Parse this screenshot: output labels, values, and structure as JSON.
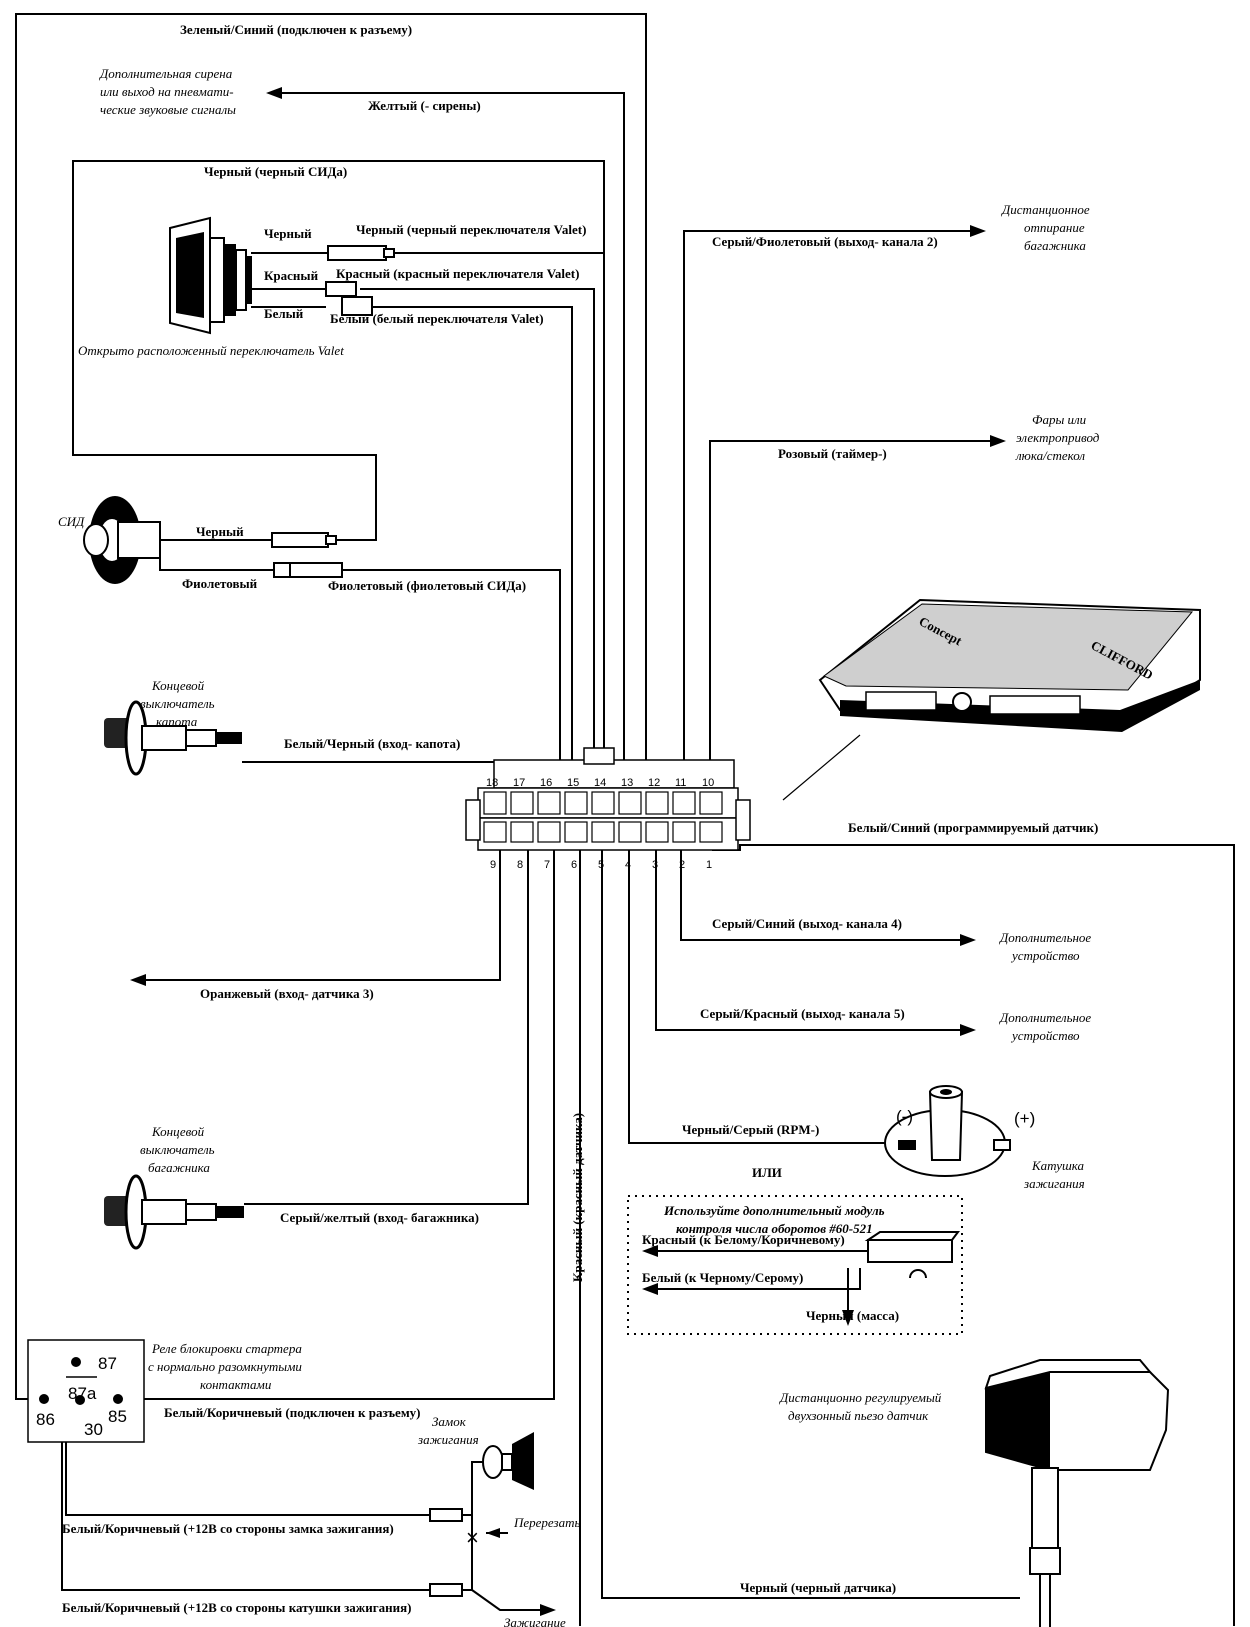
{
  "top_wires": {
    "green_blue": "Зеленый/Синий (подключен к разъему)",
    "yellow": "Желтый (- сирены)",
    "black_led": "Черный (черный СИДа)"
  },
  "siren_note": [
    "Дополнительная сирена",
    "или выход на пневмати-",
    "ческие звуковые сигналы"
  ],
  "valet": {
    "caption": "Открыто расположенный переключатель Valet",
    "black": "Черный",
    "red": "Красный",
    "white": "Белый",
    "black_long": "Черный (черный переключателя Valet)",
    "red_long": "Красный (красный переключателя Valet)",
    "white_long": "Белый (белый переключателя Valet)"
  },
  "led": {
    "name": "СИД",
    "black": "Черный",
    "violet": "Фиолетовый",
    "violet_long": "Фиолетовый (фиолетовый СИДа)"
  },
  "hood": {
    "caption": [
      "Концевой",
      "выключатель",
      "капота"
    ],
    "wire": "Белый/Черный (вход- капота)"
  },
  "orange_wire": "Оранжевый (вход- датчика 3)",
  "trunk": {
    "caption": [
      "Концевой",
      "выключатель",
      "багажника"
    ],
    "wire": "Серый/желтый (вход- багажника)"
  },
  "red_sensor": "Красный (красный датчика)",
  "relay": {
    "caption": [
      "Реле блокировки стартера",
      "с нормально разомкнутыми",
      "контактами"
    ],
    "pin87": "87",
    "pin87a": "87a",
    "pin86": "86",
    "pin85": "85",
    "pin30": "30",
    "wire_connector": "Белый/Коричневый (подключен к разъему)",
    "wire_ign_switch": "Белый/Коричневый (+12В со стороны замка зажигания)",
    "wire_ign_coil": "Белый/Коричневый (+12В со стороны катушки зажигания)"
  },
  "ignition": {
    "lock": [
      "Замок",
      "зажигания"
    ],
    "cut": "Перерезать",
    "ignition": "Зажигание"
  },
  "connector": {
    "top_pins": [
      "18",
      "17",
      "16",
      "15",
      "14",
      "13",
      "12",
      "11",
      "10"
    ],
    "bottom_pins": [
      "9",
      "8",
      "7",
      "6",
      "5",
      "4",
      "3",
      "2",
      "1"
    ]
  },
  "right": {
    "ch2_wire": "Серый/Фиолетовый (выход- канала 2)",
    "ch2_target": [
      "Дистанционное",
      "отпирание",
      "багажника"
    ],
    "timer_wire": "Розовый (таймер-)",
    "timer_target": [
      "Фары или",
      "электропривод",
      "люка/стекол"
    ],
    "prog_sensor": "Белый/Синий (программируемый датчик)",
    "ch4_wire": "Серый/Синий (выход- канала 4)",
    "ch4_target": [
      "Дополнительное",
      "устройство"
    ],
    "ch5_wire": "Серый/Красный (выход- канала 5)",
    "ch5_target": [
      "Дополнительное",
      "устройство"
    ],
    "rpm_wire": "Черный/Серый (RPM-)",
    "coil_minus": "(-)",
    "coil_plus": "(+)",
    "coil_caption": [
      "Катушка",
      "зажигания"
    ],
    "or": "ИЛИ",
    "module_title": [
      "Используйте дополнительный модуль",
      "контроля числа оборотов #60-521"
    ],
    "module_red": "Красный (к Белому/Коричневому)",
    "module_white": "Белый (к Черному/Серому)",
    "module_black": "Черный (масса)",
    "piezo_caption": [
      "Дистанционно регулируемый",
      "двухзонный пьезо датчик"
    ],
    "sensor_black": "Черный (черный датчика)"
  },
  "brain": {
    "logo_left": "Concept",
    "logo_right": "CLIFFORD"
  }
}
